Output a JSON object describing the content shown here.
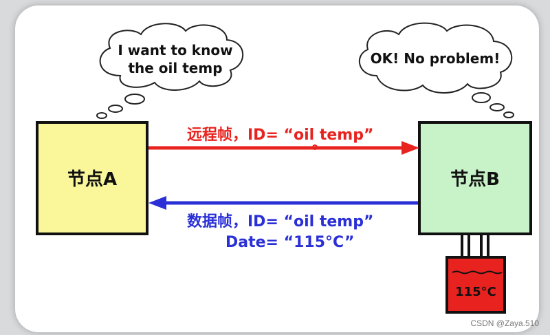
{
  "bubble_left": {
    "line1": "I want to know",
    "line2": "the oil temp"
  },
  "bubble_right": {
    "text": "OK! No problem!"
  },
  "node_a": {
    "label": "节点A"
  },
  "node_b": {
    "label": "节点B"
  },
  "request_arrow": {
    "label": "远程帧，ID= “oil temp”"
  },
  "response_arrow": {
    "line1": "数据帧，ID= “oil temp”",
    "line2": "Date= “115°C”"
  },
  "sensor": {
    "reading": "115°C"
  },
  "watermark": {
    "text": "CSDN @Zaya.510"
  },
  "colors": {
    "node_a_fill": "#f9f79a",
    "node_b_fill": "#c8f2c8",
    "request_arrow": "#e8231f",
    "response_arrow": "#2a2fd6",
    "tank_fill": "#e8231f"
  }
}
